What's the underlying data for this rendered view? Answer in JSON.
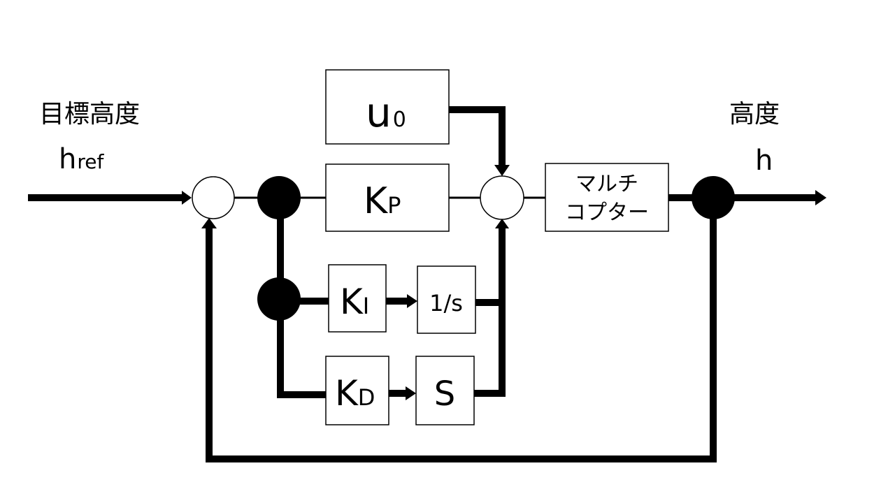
{
  "input": {
    "name": "目標高度",
    "symbol": "h",
    "subscript": "ref"
  },
  "output": {
    "name": "高度",
    "symbol": "h"
  },
  "blocks": {
    "u0": {
      "main": "u",
      "sub": "0"
    },
    "kp": {
      "main": "K",
      "sub": "P"
    },
    "ki": {
      "main": "K",
      "sub": "I"
    },
    "kd": {
      "main": "K",
      "sub": "D"
    },
    "integrator": {
      "label": "1/s"
    },
    "derivative": {
      "label": "S"
    },
    "plant": {
      "line1": "マルチ",
      "line2": "コプター"
    }
  }
}
